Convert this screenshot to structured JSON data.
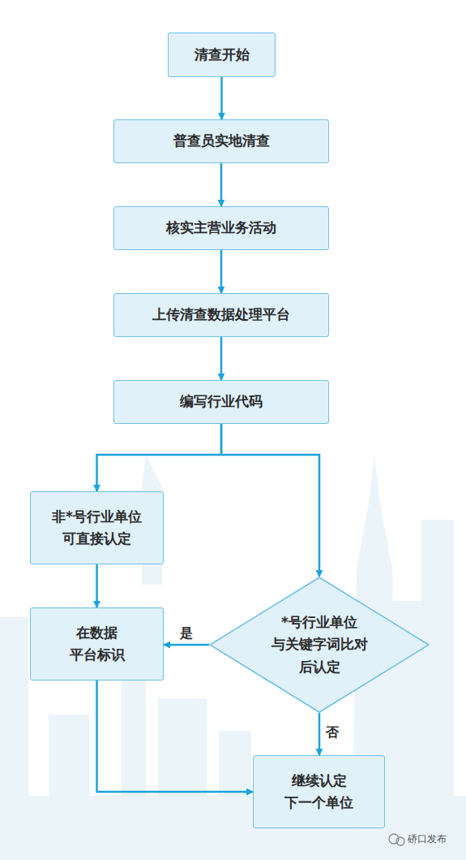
{
  "diagram": {
    "nodes": [
      {
        "text": [
          "清查开始"
        ]
      },
      {
        "text": [
          "普查员实地清查"
        ]
      },
      {
        "text": [
          "核实主营业务活动"
        ]
      },
      {
        "text": [
          "上传清查数据处理平台"
        ]
      },
      {
        "text": [
          "编写行业代码"
        ]
      },
      {
        "text": [
          "非*号行业单位 可直接认定"
        ]
      },
      {
        "text": [
          "在数据 平台标识"
        ]
      },
      {
        "text": [
          "*号行业单位 与关键字词比对 后认定"
        ]
      },
      {
        "text": [
          "继续认定 下一个单位"
        ]
      }
    ],
    "edges": [
      {
        "from": 0,
        "to": 1,
        "arrow": "to"
      },
      {
        "from": 1,
        "to": 2,
        "arrow": "to"
      },
      {
        "from": 2,
        "to": 3,
        "arrow": "to"
      },
      {
        "from": 3,
        "to": 4,
        "arrow": "to"
      },
      {
        "from": 4,
        "to": 5,
        "arrow": "to"
      },
      {
        "from": 4,
        "to": 7,
        "arrow": "to"
      },
      {
        "from": 5,
        "to": 6,
        "arrow": "to"
      },
      {
        "from": 7,
        "to": 6,
        "label": "是",
        "arrow": "to"
      },
      {
        "from": 7,
        "to": 8,
        "label": "否",
        "arrow": "to"
      },
      {
        "from": 6,
        "to": 8,
        "arrow": "to"
      }
    ],
    "labels": [
      "硚口发布"
    ]
  }
}
